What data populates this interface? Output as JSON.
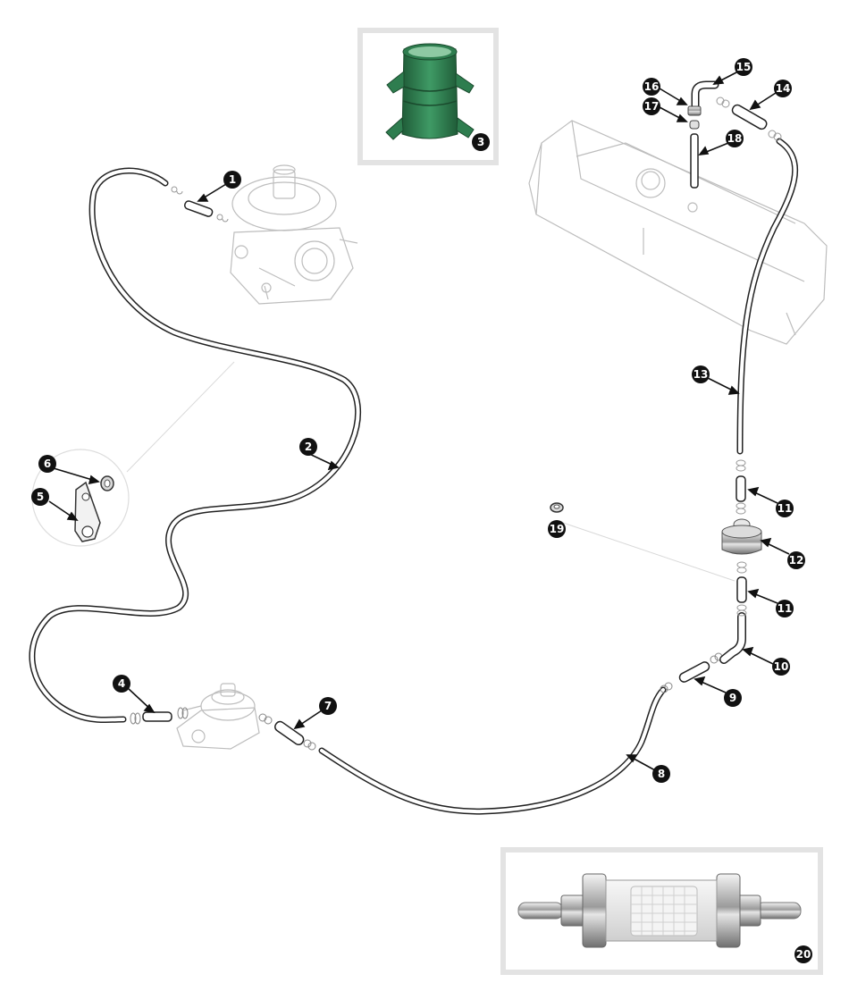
{
  "diagram": {
    "callouts": [
      {
        "id": "c1",
        "label": "1"
      },
      {
        "id": "c2",
        "label": "2"
      },
      {
        "id": "c3",
        "label": "3"
      },
      {
        "id": "c4",
        "label": "4"
      },
      {
        "id": "c5",
        "label": "5"
      },
      {
        "id": "c6",
        "label": "6"
      },
      {
        "id": "c7",
        "label": "7"
      },
      {
        "id": "c8",
        "label": "8"
      },
      {
        "id": "c9",
        "label": "9"
      },
      {
        "id": "c10",
        "label": "10"
      },
      {
        "id": "c11a",
        "label": "11"
      },
      {
        "id": "c11b",
        "label": "11"
      },
      {
        "id": "c12",
        "label": "12"
      },
      {
        "id": "c13",
        "label": "13"
      },
      {
        "id": "c14",
        "label": "14"
      },
      {
        "id": "c15",
        "label": "15"
      },
      {
        "id": "c16",
        "label": "16"
      },
      {
        "id": "c17",
        "label": "17"
      },
      {
        "id": "c18",
        "label": "18"
      },
      {
        "id": "c19",
        "label": "19"
      },
      {
        "id": "c20",
        "label": "20"
      }
    ],
    "colors": {
      "hose": "#222222",
      "ghost": "#bdbdbd",
      "clip_green": "#2e7d4f",
      "inset_border": "#e3e3e3",
      "callout_fill": "#111111",
      "chrome": "#c9c9c9"
    }
  }
}
